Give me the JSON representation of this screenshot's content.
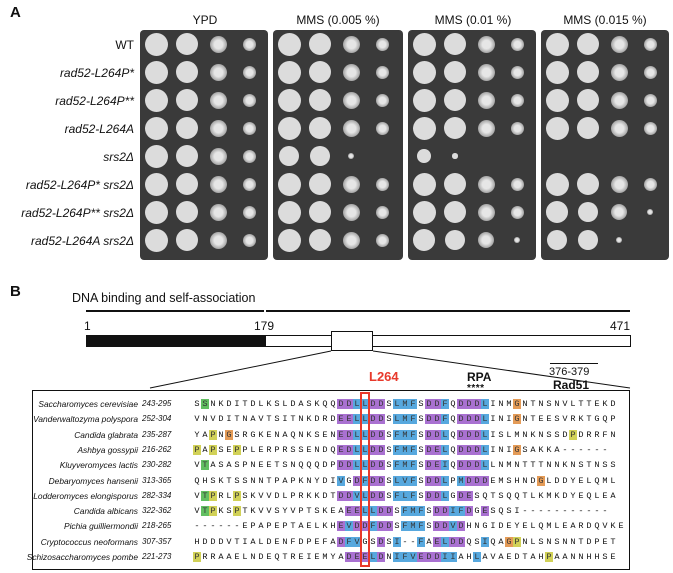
{
  "panelA": {
    "label": "A",
    "conditions": [
      "YPD",
      "MMS (0.005 %)",
      "MMS (0.01 %)",
      "MMS (0.015 %)"
    ],
    "strains": [
      "WT",
      "rad52-L264P*",
      "rad52-L264P**",
      "rad52-L264A",
      "srs2Δ",
      "rad52-L264P* srs2Δ",
      "rad52-L264P** srs2Δ",
      "rad52-L264A srs2Δ"
    ],
    "growth_levels_by_condition": [
      [
        4,
        4,
        4,
        4,
        4,
        4,
        4,
        4
      ],
      [
        4,
        4,
        4,
        4,
        2,
        4,
        4,
        4
      ],
      [
        4,
        4,
        4,
        4,
        1,
        4,
        4,
        3
      ],
      [
        4,
        4,
        4,
        4,
        0,
        4,
        3,
        2
      ]
    ]
  },
  "panelB": {
    "label": "B",
    "domain_label": "DNA binding and self-association",
    "pos_start": "1",
    "pos_179": "179",
    "pos_end": "471",
    "rad51_range": "376-379",
    "rad51_label": "Rad51",
    "l264_label": "L264",
    "rpa_label": "RPA",
    "rpa_stars": "****",
    "alignment": [
      {
        "species": "Saccharomyces cerevisiae",
        "range": "243-295",
        "seq": "SSNKDITDLKSLDASKQQDDLLDDSLMFSDDFQDDDLINMGNTNSNVLTTEKD"
      },
      {
        "species": "Vanderwaltozyma polyspora",
        "range": "252-304",
        "seq": "VNVDITNAVTSITNKDRDEELLDDSLMFSDDFQDDDLINIGNTEESVRKTGQP"
      },
      {
        "species": "Candida glabrata",
        "range": "235-287",
        "seq": "YAPNGSRGKENAQNKSENEDLLDDSFMFSDDLQDDDLISLMNKNSSDPDRRFN"
      },
      {
        "species": "Ashbya gossypii",
        "range": "216-262",
        "seq": "PAPSEPPLERPRSSENDQEDLLDDSFMFSDELQDDDLINIGSAKKA------"
      },
      {
        "species": "Kluyveromyces lactis",
        "range": "230-282",
        "seq": "VTASASPNEETSNQQQDPDDLLDDSFMFSDEIQDDDLLNMNTTTNNKNSTNSS"
      },
      {
        "species": "Debaryomyces hansenii",
        "range": "313-365",
        "seq": "QHSKTSSNNTPAPKNYDIVGDFDDSLVFSDDLPMDDDEMSHNDGLDDYELQML"
      },
      {
        "species": "Lodderomyces elongisporus",
        "range": "282-334",
        "seq": "VTPRLPSKVVDLPRKKDTDDVLDDSFLFSDDLGDESQTSQQTLKMKDYEQLEA"
      },
      {
        "species": "Candida albicans",
        "range": "322-362",
        "seq": "VTPKSPTKVVSYVPTSKEAEELLDDSFMFSDDIFDGESQSI-----------"
      },
      {
        "species": "Pichia guilliermondii",
        "range": "218-265",
        "seq": "------EPAPEPTAELKHEVDDFDDSFMFSDDVDHNGIDEYELQMLEARDQVKE"
      },
      {
        "species": "Cryptococcus neoformans",
        "range": "307-357",
        "seq": "HDDDVTIALDENFDPEFADFVGSDSI--FAELDDQSIQAGPNLSNSNNTDPET"
      },
      {
        "species": "Schizosaccharomyces pombe",
        "range": "221-273",
        "seq": "PRRAAELNDEQTREIEMYADEELDNIFVEDDIIAHLAVAEDTAHPAANNHHSE"
      }
    ],
    "colors": {
      "acidic": "#9b59c9",
      "hydrophobic": "#3a9ad9",
      "polar": "#47b447",
      "proline": "#c9c93a",
      "glycine": "#e08a3a",
      "highlight_box": "#e8392b"
    }
  }
}
